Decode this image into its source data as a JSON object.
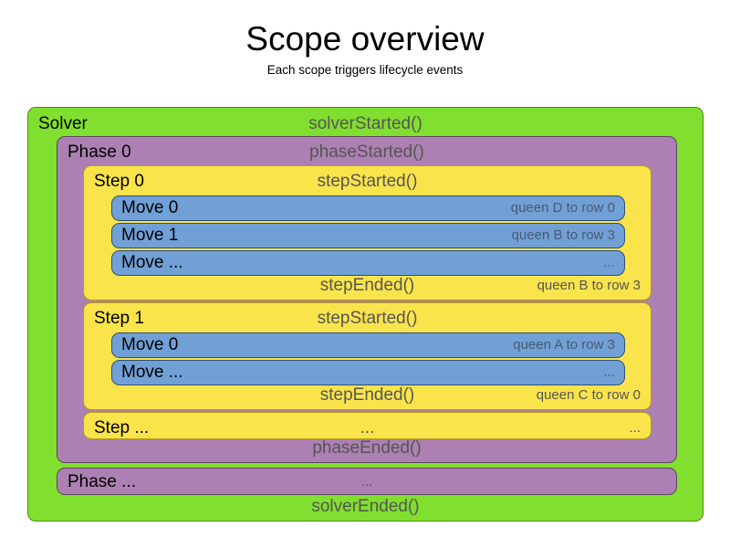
{
  "header": {
    "title": "Scope overview",
    "subtitle": "Each scope triggers lifecycle events"
  },
  "colors": {
    "solver": "#81df2f",
    "phase": "#ac80b2",
    "step": "#fae44c",
    "move": "#70a0d6",
    "event_text": "#555555",
    "label_text": "#000000",
    "background": "#ffffff"
  },
  "solver": {
    "label": "Solver",
    "started_event": "solverStarted()",
    "ended_event": "solverEnded()",
    "phases": [
      {
        "label": "Phase 0",
        "started_event": "phaseStarted()",
        "ended_event": "phaseEnded()",
        "steps": [
          {
            "label": "Step 0",
            "started_event": "stepStarted()",
            "ended_event": "stepEnded()",
            "ended_detail": "queen B to row 3",
            "moves": [
              {
                "label": "Move 0",
                "detail": "queen D to row 0"
              },
              {
                "label": "Move 1",
                "detail": "queen B to row 3"
              },
              {
                "label": "Move ...",
                "detail": "..."
              }
            ]
          },
          {
            "label": "Step 1",
            "started_event": "stepStarted()",
            "ended_event": "stepEnded()",
            "ended_detail": "queen C to row 0",
            "moves": [
              {
                "label": "Move 0",
                "detail": "queen A to row 3"
              },
              {
                "label": "Move ...",
                "detail": "..."
              }
            ]
          },
          {
            "label": "Step ...",
            "started_event": "...",
            "started_detail": "..."
          }
        ]
      },
      {
        "label": "Phase ...",
        "started_event": "..."
      }
    ]
  }
}
